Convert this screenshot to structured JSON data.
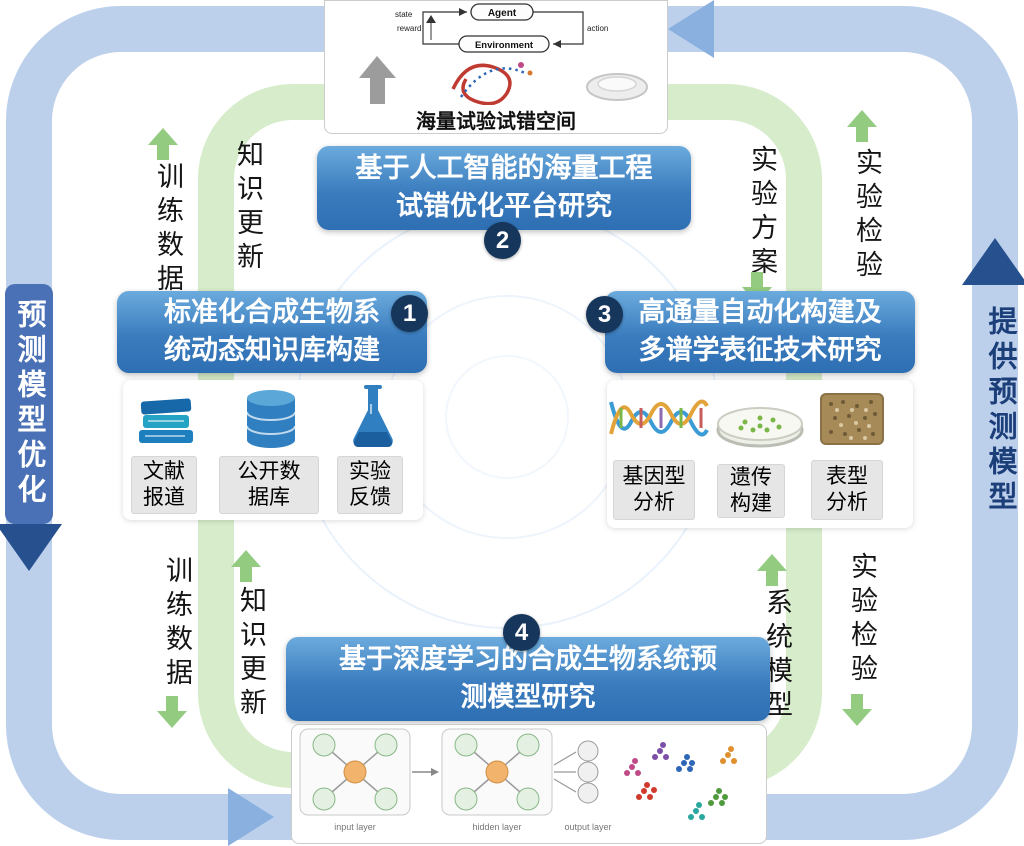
{
  "sides": {
    "left": "预测模型优化",
    "right": "提供预测模型"
  },
  "flows": {
    "train_data_top": "训练数据",
    "knowledge_update_top": "知识更新",
    "experiment_plan": "实验方案",
    "experiment_check_top": "实验检验",
    "train_data_bottom": "训练数据",
    "knowledge_update_bottom": "知识更新",
    "system_model": "系统模型",
    "experiment_check_bottom": "实验检验"
  },
  "top_panel": {
    "caption": "海量试验试错空间",
    "rl": {
      "agent": "Agent",
      "environment": "Environment",
      "state": "state",
      "reward": "reward",
      "action": "action"
    }
  },
  "modules": {
    "m1": {
      "number": "1",
      "line1": "标准化合成生物系",
      "line2": "统动态知识库构建",
      "items": [
        {
          "icon": "books-icon",
          "line1": "文献",
          "line2": "报道"
        },
        {
          "icon": "database-icon",
          "line1": "公开数",
          "line2": "据库"
        },
        {
          "icon": "flask-icon",
          "line1": "实验",
          "line2": "反馈"
        }
      ]
    },
    "m2": {
      "number": "2",
      "line1": "基于人工智能的海量工程",
      "line2": "试错优化平台研究"
    },
    "m3": {
      "number": "3",
      "line1": "高通量自动化构建及",
      "line2": "多谱学表征技术研究",
      "items": [
        {
          "icon": "dna-icon",
          "line1": "基因型",
          "line2": "分析"
        },
        {
          "icon": "petri-dish-icon",
          "line1": "遗传",
          "line2": "构建"
        },
        {
          "icon": "microarray-icon",
          "line1": "表型",
          "line2": "分析"
        }
      ]
    },
    "m4": {
      "number": "4",
      "line1": "基于深度学习的合成生物系统预",
      "line2": "测模型研究",
      "nn_labels": {
        "input": "input layer",
        "hidden": "hidden layer",
        "output": "output layer"
      }
    }
  },
  "colors": {
    "outer_loop": "#bcd0ec",
    "inner_loop": "#d6ecca",
    "module_box_top": "#6cabdd",
    "module_box_bottom": "#2e6fb3",
    "number_circle": "#16365c",
    "navy_arrow": "#27508f",
    "green_arrow": "#93cc81",
    "label_box": "#e6e6e6"
  }
}
